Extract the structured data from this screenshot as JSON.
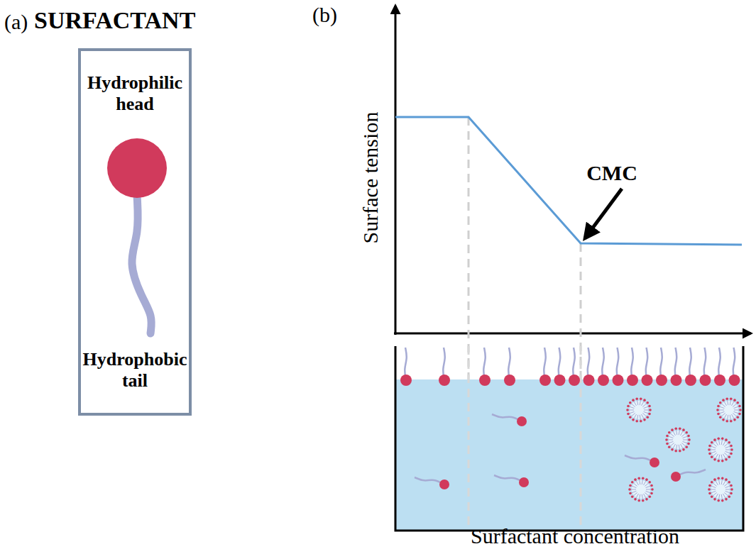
{
  "diagram": {
    "nodes": [
      {
        "text": [
          "Hydrophilic head",
          "Hydrophobic tail"
        ]
      }
    ],
    "labels": [
      "(a)",
      "SURFACTANT",
      "(b)",
      "Surface tension",
      "CMC",
      "Surfactant concentration"
    ]
  }
}
